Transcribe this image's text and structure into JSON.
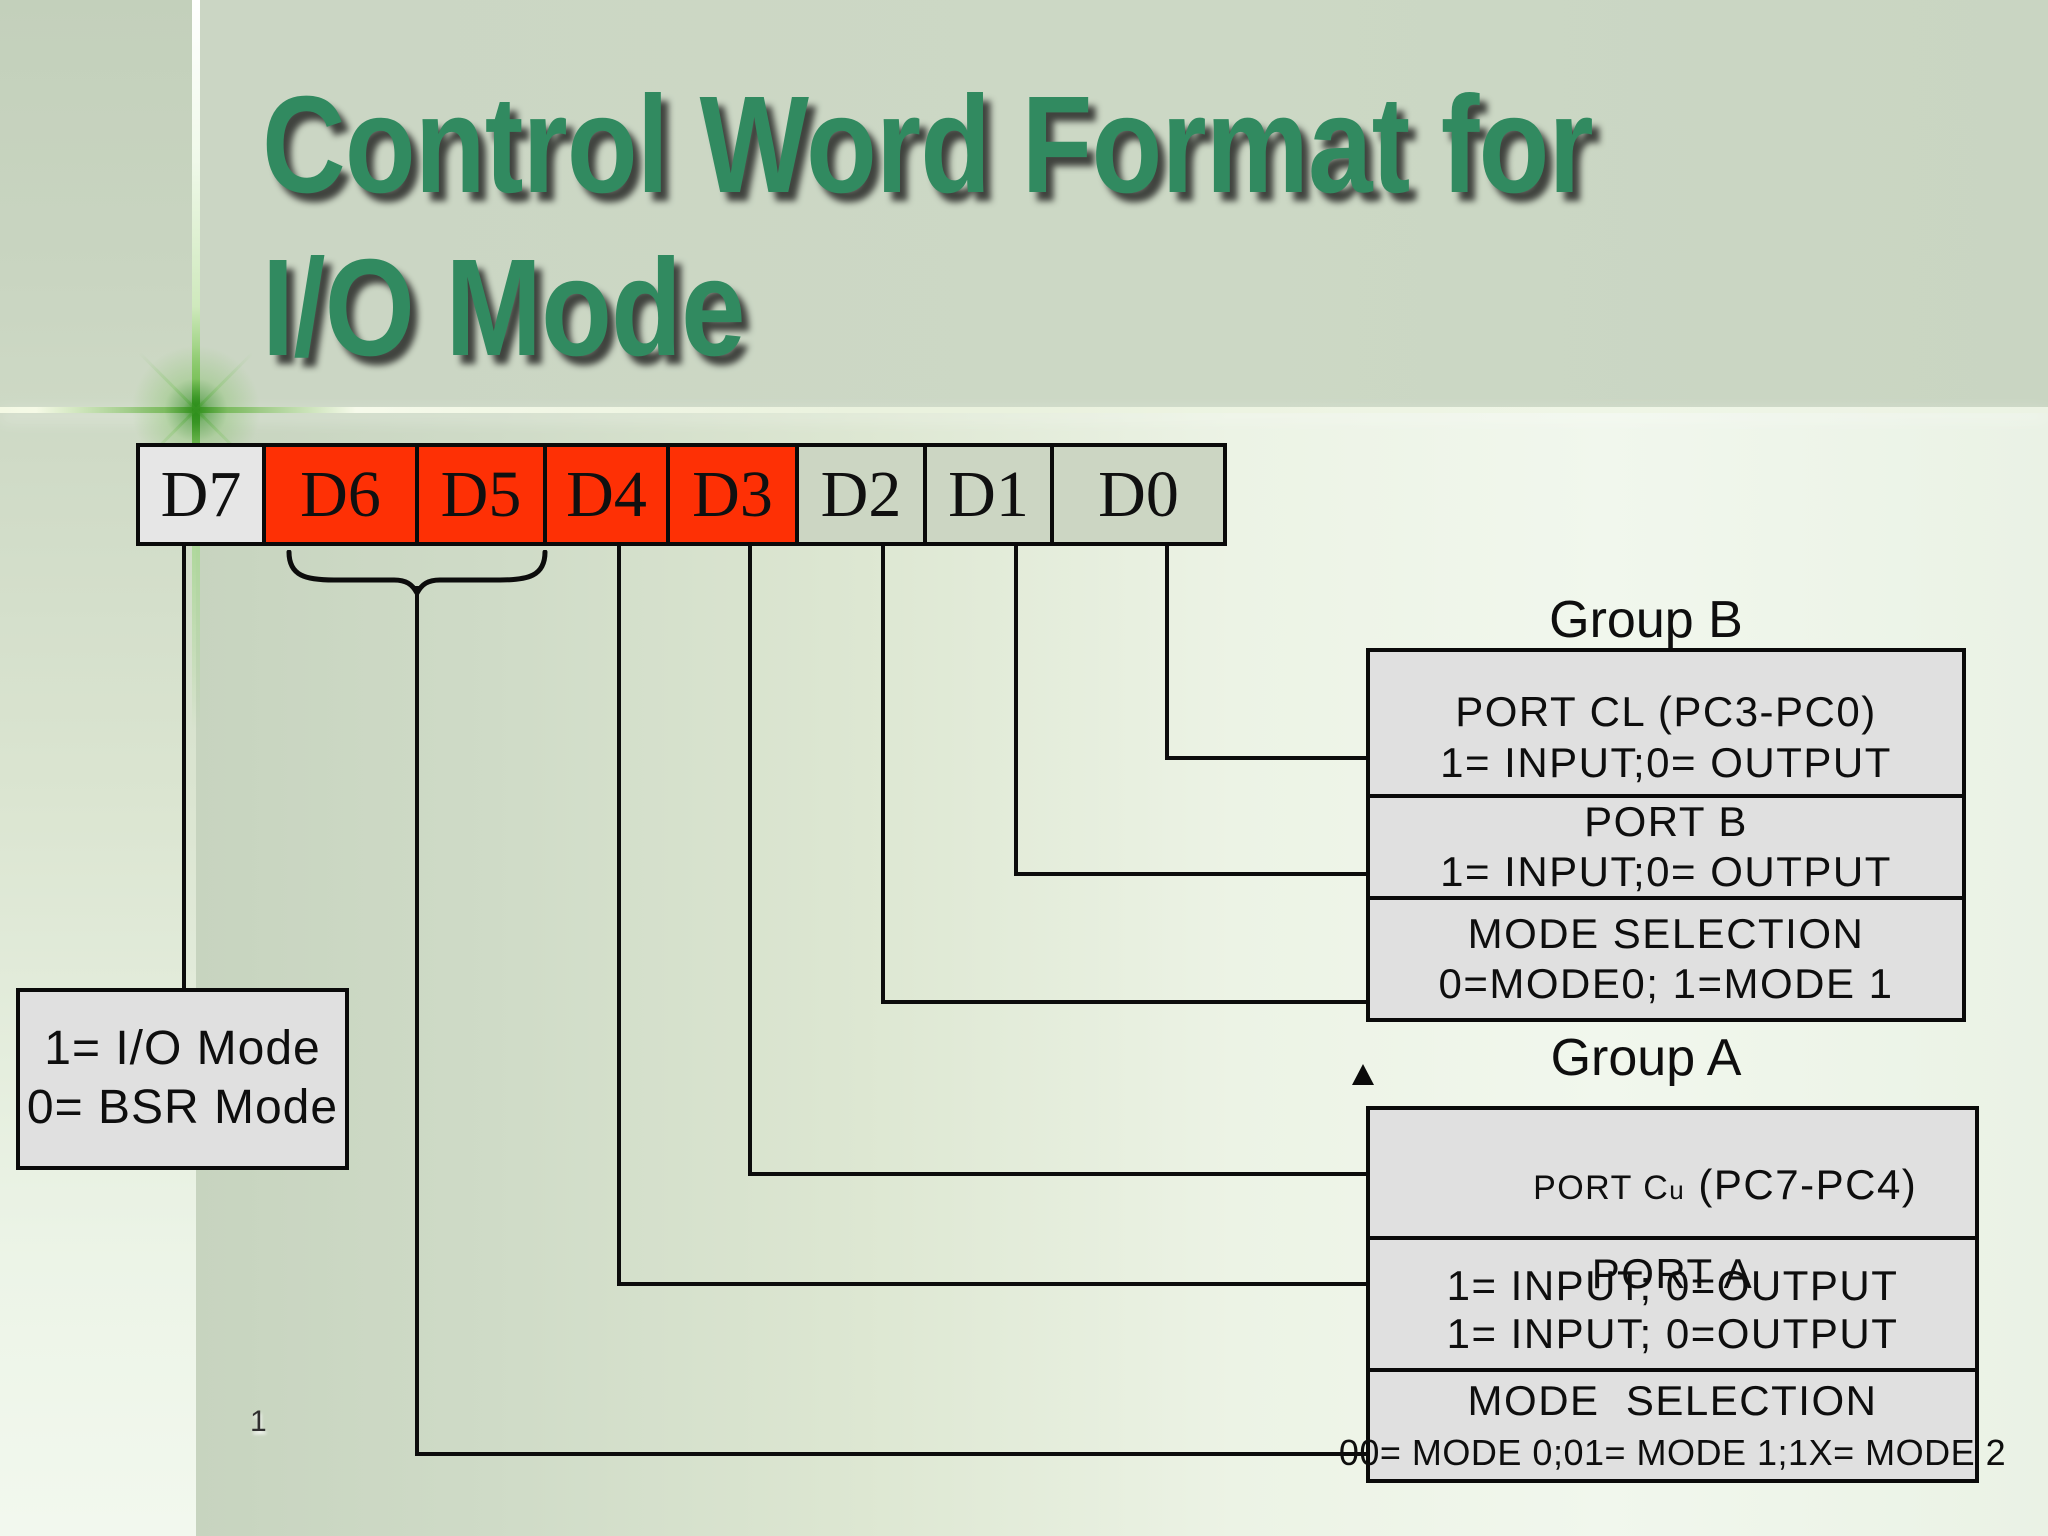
{
  "slide": {
    "title_line1": "Control Word Format for",
    "title_line2": "I/O Mode",
    "page_number": "1"
  },
  "bits": [
    {
      "label": "D7"
    },
    {
      "label": "D6"
    },
    {
      "label": "D5"
    },
    {
      "label": "D4"
    },
    {
      "label": "D3"
    },
    {
      "label": "D2"
    },
    {
      "label": "D1"
    },
    {
      "label": "D0"
    }
  ],
  "left_box": {
    "line1": "1= I/O Mode",
    "line2": "0= BSR Mode"
  },
  "group_b": {
    "label": "Group B",
    "rows": [
      {
        "line1": "PORT CL (PC3-PC0)",
        "line2": "1= INPUT;0= OUTPUT"
      },
      {
        "line1": "PORT B",
        "line2": "1= INPUT;0= OUTPUT"
      },
      {
        "line1": "MODE SELECTION",
        "line2": "0=MODE0; 1=MODE 1"
      }
    ]
  },
  "group_a": {
    "label": "Group A",
    "rows": [
      {
        "line1_prefix": "PORT C",
        "line1_sub": "u",
        "line1_suffix": " (PC7-PC4)",
        "line2": "1= INPUT; 0=OUTPUT"
      },
      {
        "line1": "PORT A",
        "line2": "1= INPUT; 0=OUTPUT"
      },
      {
        "line1": "MODE  SELECTION",
        "line2": "00= MODE 0;01= MODE 1;1X= MODE 2"
      }
    ]
  },
  "colors": {
    "title_green": "#318a60",
    "bit_red": "#fe3005",
    "bit_pale_green": "#ccd6c3",
    "bit_white": "#e6e6e6",
    "box_gray": "#e0e0e0",
    "line_black": "#0c0c0c",
    "accent_flare_green": "#2e8f1c"
  }
}
